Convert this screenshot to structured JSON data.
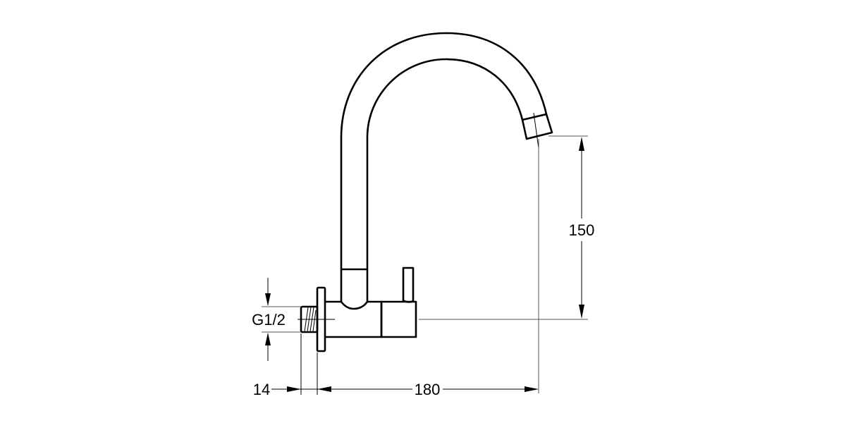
{
  "drawing": {
    "subject": "Wall-mounted sink faucet with swivel spout",
    "line_color": "#000000",
    "background": "#ffffff"
  },
  "dimensions": {
    "spout_height": "150",
    "projection": "180",
    "thread_length": "14",
    "thread_size": "G1/2"
  }
}
